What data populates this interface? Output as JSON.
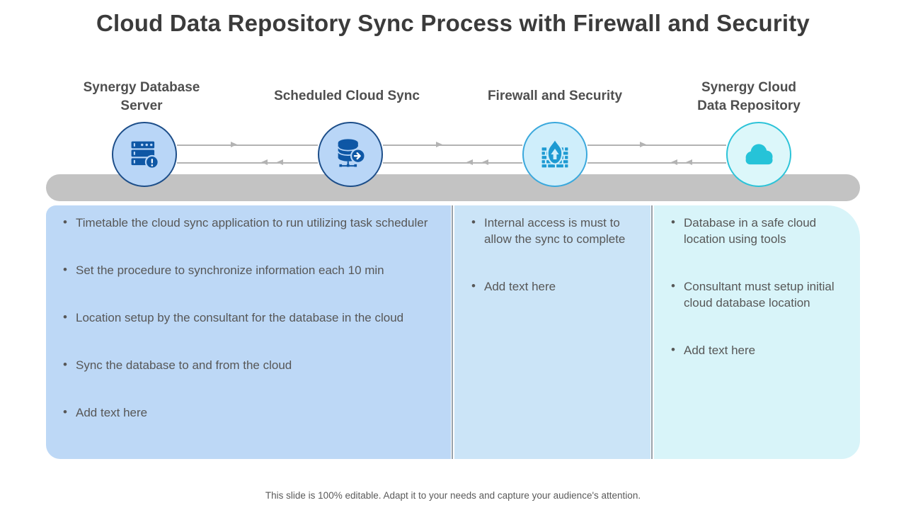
{
  "title": "Cloud Data Repository Sync Process with Firewall and Security",
  "stages": [
    {
      "header": "Synergy Database Server",
      "icon": "server-clock-icon"
    },
    {
      "header": "Scheduled Cloud Sync",
      "icon": "database-sync-icon"
    },
    {
      "header": "Firewall and Security",
      "icon": "firewall-flame-icon"
    },
    {
      "header": "Synergy Cloud Data Repository",
      "icon": "cloud-icon"
    }
  ],
  "panels": [
    {
      "bullets": [
        "Timetable the cloud sync application to run utilizing task scheduler",
        "Set the procedure to synchronize information each 10 min",
        "Location setup by the consultant for the database in the cloud",
        "Sync the database to and from the cloud",
        "Add text here"
      ]
    },
    {
      "bullets": [
        "Internal access is must to allow the sync to complete",
        "Add text here"
      ]
    },
    {
      "bullets": [
        "Database in a safe cloud location using tools",
        "Consultant must setup initial cloud database location",
        "Add text here"
      ]
    }
  ],
  "footer": "This slide is 100% editable. Adapt it to your needs and capture your audience's attention.",
  "colors": {
    "title_text": "#3b3b3b",
    "header_text": "#4f4f4f",
    "body_text": "#575757",
    "panel_left": "#bdd8f6",
    "panel_middle": "#cbe4f7",
    "panel_right": "#d8f4f9",
    "circle_blue_fill": "#b9d6f7",
    "circle_blue_border": "#1d4e89",
    "icon_blue": "#0e57a5",
    "circle_cyan_fill": "#cfeefb",
    "circle_cyan_border": "#3aa8dc",
    "icon_cyan": "#1d9ad2",
    "circle_teal_fill": "#dcf7fa",
    "circle_teal_border": "#2cc3d8",
    "icon_teal": "#26c3d8",
    "timeline_bar": "#c3c3c3",
    "connector_gray": "#b3b3b3"
  }
}
